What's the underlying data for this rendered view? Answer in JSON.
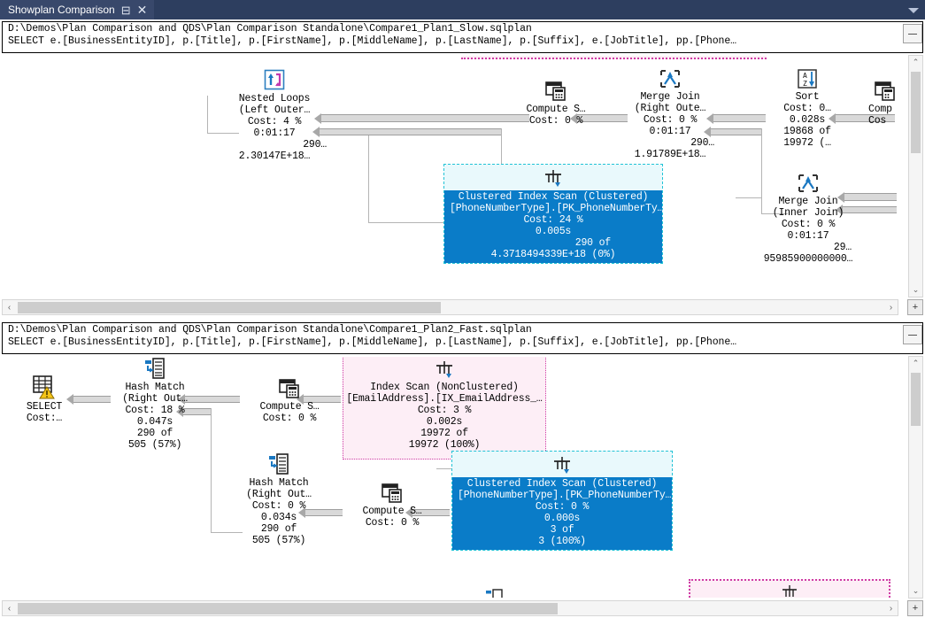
{
  "tab": {
    "title": "Showplan Comparison",
    "pin_icon": "pin-icon",
    "close_icon": "close-icon",
    "menu_icon": "chevron-down-icon"
  },
  "top_pane": {
    "path": "D:\\Demos\\Plan Comparison and QDS\\Plan Comparison Standalone\\Compare1_Plan1_Slow.sqlplan",
    "query": "SELECT e.[BusinessEntityID], p.[Title], p.[FirstName], p.[MiddleName], p.[LastName], p.[Suffix], e.[JobTitle], pp.[Phone…",
    "minimize_label": "-",
    "nodes": [
      {
        "name": "nested-loops",
        "icon": "nested-loops-icon",
        "lines": [
          "Nested Loops",
          "(Left Outer…",
          "Cost: 4 %",
          "0:01:17",
          "290…",
          "2.30147E+18…"
        ]
      },
      {
        "name": "compute-scalar-1",
        "icon": "compute-scalar-icon",
        "lines": [
          "Compute S…",
          "Cost: 0 %"
        ]
      },
      {
        "name": "merge-join-right-outer",
        "icon": "merge-join-icon",
        "lines": [
          "Merge Join",
          "(Right Oute…",
          "Cost: 0 %",
          "0:01:17",
          "290…",
          "1.91789E+18…"
        ]
      },
      {
        "name": "sort",
        "icon": "sort-az-icon",
        "lines": [
          "Sort",
          "Cost: 0…",
          "0.028s",
          "19868 of",
          "19972 (…"
        ]
      },
      {
        "name": "compute-scalar-2",
        "icon": "compute-scalar-icon",
        "lines": [
          "Comp",
          "Cos"
        ]
      },
      {
        "name": "clustered-index-scan-selected",
        "icon": "index-scan-icon",
        "selected": true,
        "lines": [
          "Clustered Index Scan (Clustered)",
          "[PhoneNumberType].[PK_PhoneNumberTy…",
          "Cost: 24 %",
          "0.005s",
          "290 of",
          "4.3718494339E+18 (0%)"
        ]
      },
      {
        "name": "merge-join-inner",
        "icon": "merge-join-icon",
        "lines": [
          "Merge Join",
          "(Inner Join)",
          "Cost: 0 %",
          "0:01:17",
          "29…",
          "95985900000000…"
        ]
      }
    ],
    "vscroll": {
      "up": "⌃",
      "down": "⌄"
    },
    "hscroll": {
      "left": "‹",
      "right": "›"
    },
    "corner_label": "+"
  },
  "bottom_pane": {
    "path": "D:\\Demos\\Plan Comparison and QDS\\Plan Comparison Standalone\\Compare1_Plan2_Fast.sqlplan",
    "query": "SELECT e.[BusinessEntityID], p.[Title], p.[FirstName], p.[MiddleName], p.[LastName], p.[Suffix], e.[JobTitle], pp.[Phone…",
    "minimize_label": "-",
    "nodes": [
      {
        "name": "select-result",
        "icon": "select-warning-icon",
        "lines": [
          "SELECT",
          "Cost:…"
        ]
      },
      {
        "name": "hash-match-1",
        "icon": "hash-match-icon",
        "lines": [
          "Hash Match",
          "(Right Out…",
          "Cost: 18 %",
          "0.047s",
          "290 of",
          "505 (57%)"
        ]
      },
      {
        "name": "compute-scalar-3",
        "icon": "compute-scalar-icon",
        "lines": [
          "Compute S…",
          "Cost: 0 %"
        ]
      },
      {
        "name": "index-scan-nonclustered",
        "icon": "index-scan-icon",
        "pink": true,
        "lines": [
          "Index Scan (NonClustered)",
          "[EmailAddress].[IX_EmailAddress_…",
          "Cost: 3 %",
          "0.002s",
          "19972 of",
          "19972 (100%)"
        ]
      },
      {
        "name": "hash-match-2",
        "icon": "hash-match-icon",
        "lines": [
          "Hash Match",
          "(Right Out…",
          "Cost: 0 %",
          "0.034s",
          "290 of",
          "505 (57%)"
        ]
      },
      {
        "name": "compute-scalar-4",
        "icon": "compute-scalar-icon",
        "lines": [
          "Compute S…",
          "Cost: 0 %"
        ]
      },
      {
        "name": "clustered-index-scan-selected-2",
        "icon": "index-scan-icon",
        "selected": true,
        "lines": [
          "Clustered Index Scan (Clustered)",
          "[PhoneNumberType].[PK_PhoneNumberTy…",
          "Cost: 0 %",
          "0.000s",
          "3 of",
          "3 (100%)"
        ]
      }
    ],
    "vscroll": {
      "up": "⌄"
    },
    "hscroll": {
      "left": "‹",
      "right": "›"
    },
    "corner_label": "+"
  },
  "colors": {
    "tab_active": "#38486b",
    "tab_strip": "#2d3e5f",
    "selected_node_fill": "#0a7cc8",
    "selected_node_border": "#22c3d6",
    "diff_node_fill": "#fdeef6",
    "diff_node_border": "#cf3ba5",
    "connector": "#d9d9d9"
  }
}
